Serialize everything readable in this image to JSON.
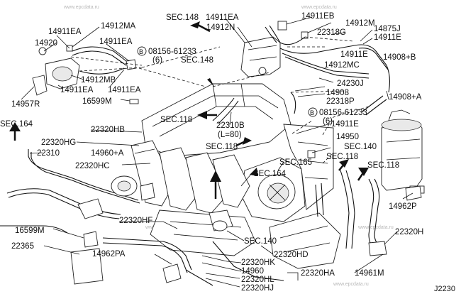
{
  "watermark": "www.epcdata.ru",
  "diagram_code": "J2230",
  "labels": {
    "sec148_top": "SEC.148",
    "p14911EA_top": "14911EA",
    "p14912N": "14912N",
    "p14911EB": "14911EB",
    "p14912M": "14912M",
    "p22318G": "22318G",
    "p14875J": "14875J",
    "p14911E_tr": "14911E",
    "p14912MA": "14912MA",
    "p14911EA_l1": "14911EA",
    "p14911EA_l2": "14911EA",
    "p14920": "14920",
    "bolt1": "08156-61233",
    "bolt1_qty": "(6)",
    "sec148_mid": "SEC.148",
    "p14908B": "14908+B",
    "p14911E_r": "14911E",
    "p14912MC": "14912MC",
    "p14912MB": "14912MB",
    "p14911EA_l3": "14911EA",
    "p14911EA_l4": "14911EA",
    "p24230J": "24230J",
    "p14908": "14908",
    "p14908A": "14908+A",
    "p14957R": "14957R",
    "p16599M_top": "16599M",
    "p22318P": "22318P",
    "bolt2": "08156-61233",
    "bolt2_qty": "(6)",
    "sec118_a": "SEC.118",
    "p22310B": "22310B",
    "p22310B_len": "(L=80)",
    "p14911E_m": "14911E",
    "sec164_l": "SEC.164",
    "p22320HB": "22320HB",
    "p14950": "14950",
    "p22320HG": "22320HG",
    "sec118_b": "SEC.118",
    "sec140_r": "SEC.140",
    "p22310": "22310",
    "p14960A": "14960+A",
    "p22320HC": "22320HC",
    "sec165": "SEC.165",
    "sec118_c": "SEC.118",
    "sec118_d": "SEC.118",
    "sec164_m": "SEC.164",
    "p14962P": "14962P",
    "p16599M_b": "16599M",
    "p22320HF": "22320HF",
    "p22320H": "22320H",
    "p22365": "22365",
    "sec140_b": "SEC.140",
    "p14962PA": "14962PA",
    "p22320HD": "22320HD",
    "p22320HK": "22320HK",
    "p14960": "14960",
    "p22320HA": "22320HA",
    "p14961M": "14961M",
    "p22320HL": "22320HL",
    "p22320HJ": "22320HJ"
  }
}
